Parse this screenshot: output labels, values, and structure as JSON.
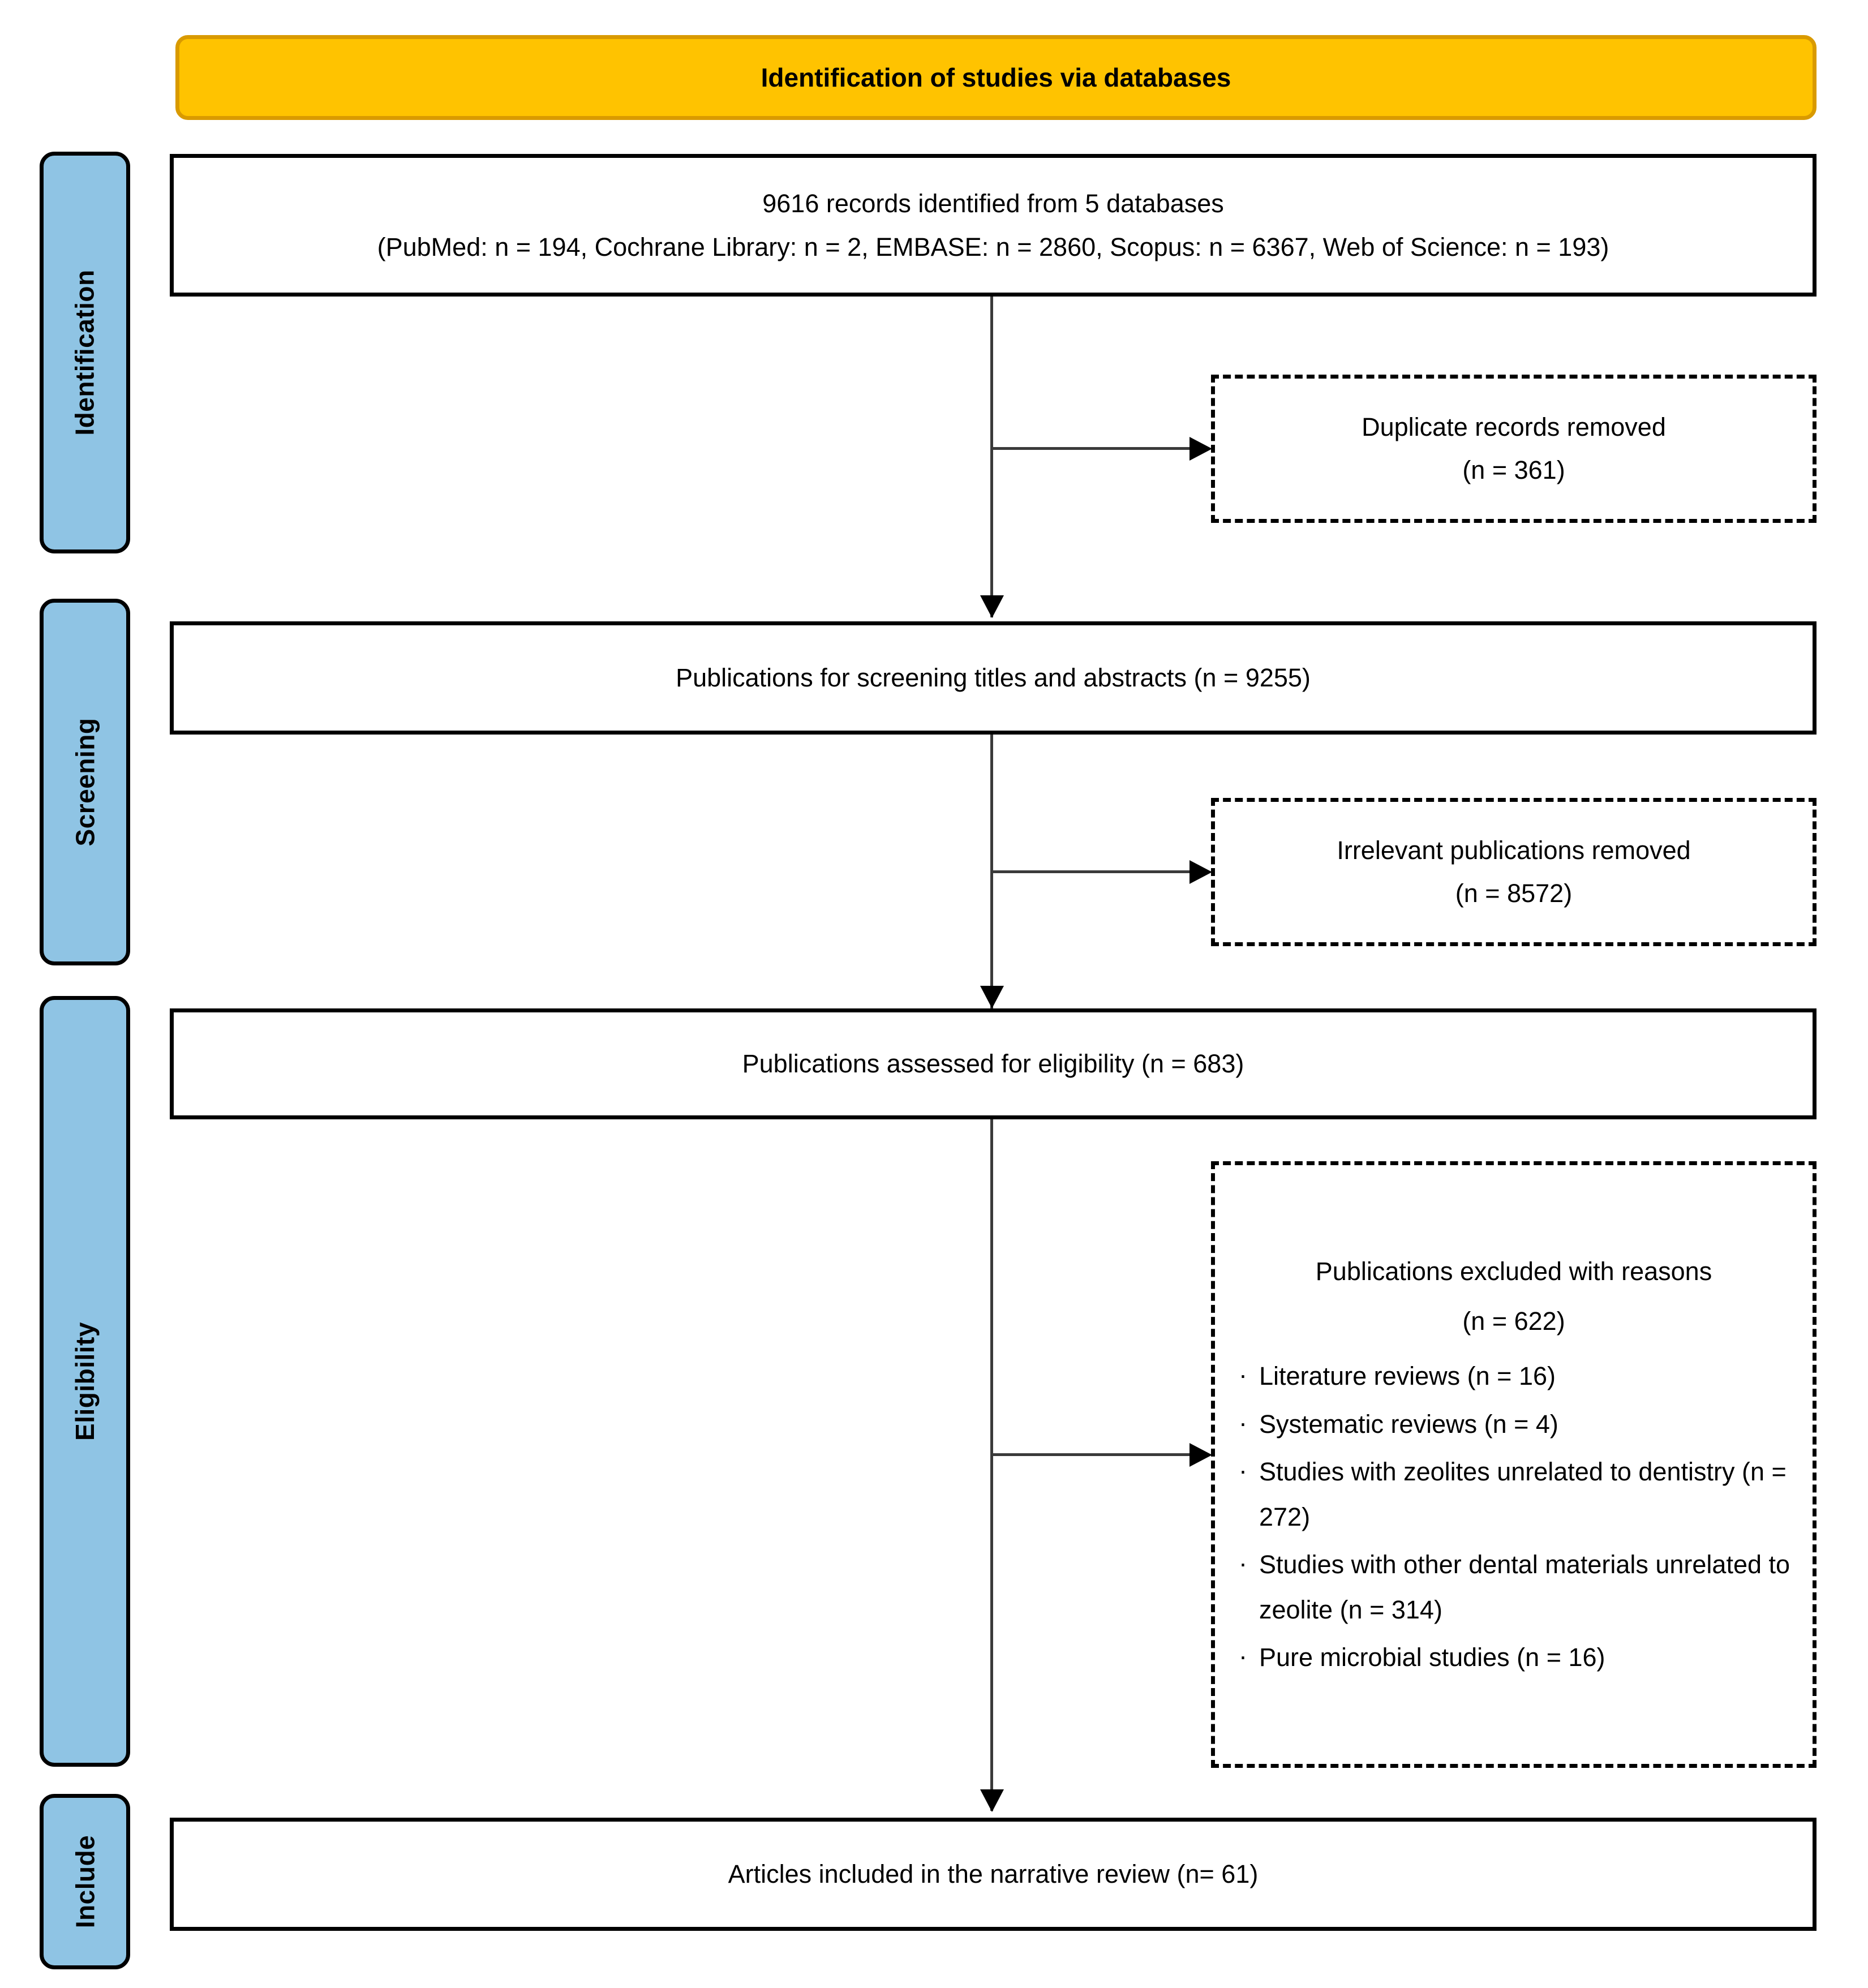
{
  "banner": {
    "title": "Identification of studies via databases"
  },
  "stages": [
    {
      "id": "identification",
      "label": "Identification"
    },
    {
      "id": "screening",
      "label": "Screening"
    },
    {
      "id": "eligibility",
      "label": "Eligibility"
    },
    {
      "id": "include",
      "label": "Include"
    }
  ],
  "boxes": {
    "identified": {
      "line1": "9616 records identified from 5 databases",
      "line2": "(PubMed: n = 194, Cochrane Library: n = 2, EMBASE: n = 2860, Scopus: n = 6367, Web of Science: n = 193)"
    },
    "duplicates_removed": {
      "line1": "Duplicate records removed",
      "line2": "(n = 361)"
    },
    "screening": {
      "line1": "Publications for screening titles and abstracts (n = 9255)"
    },
    "irrelevant_removed": {
      "line1": "Irrelevant publications removed",
      "line2": "(n = 8572)"
    },
    "eligibility": {
      "line1": "Publications assessed for eligibility (n = 683)"
    },
    "excluded": {
      "head1": "Publications excluded with reasons",
      "head2": "(n = 622)",
      "reasons": [
        "Literature reviews (n = 16)",
        "Systematic reviews (n = 4)",
        "Studies with zeolites unrelated to dentistry (n = 272)",
        "Studies with other dental materials unrelated to zeolite (n = 314)",
        "Pure microbial studies (n = 16)"
      ]
    },
    "included": {
      "line1": "Articles included in the narrative review (n= 61)"
    }
  },
  "colors": {
    "banner_fill": "#FFC300",
    "banner_border": "#D99A00",
    "stage_fill": "#8FC4E4",
    "stroke": "#000000",
    "connector": "#3A3A3A"
  }
}
